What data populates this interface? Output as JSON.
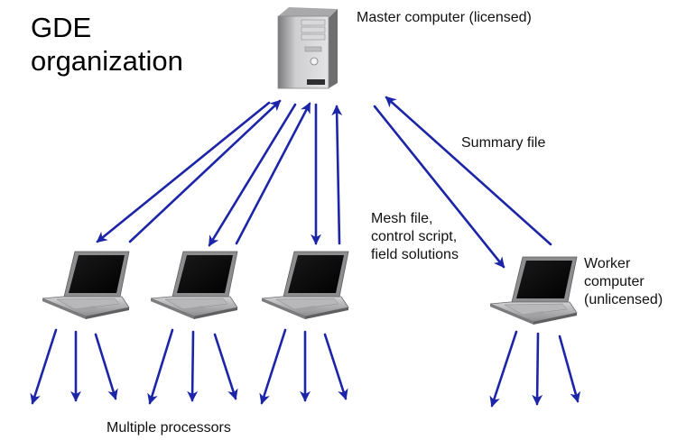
{
  "diagram": {
    "title_line1": "GDE",
    "title_line2": "organization",
    "master_label": "Master computer (licensed)",
    "summary_label": "Summary file",
    "mesh_label_line1": "Mesh file,",
    "mesh_label_line2": "control script,",
    "mesh_label_line3": "field solutions",
    "worker_label_line1": "Worker",
    "worker_label_line2": "computer",
    "worker_label_line3": "(unlicensed)",
    "processors_label": "Multiple processors"
  },
  "colors": {
    "arrow": "#1c25a8",
    "text": "#111111"
  }
}
